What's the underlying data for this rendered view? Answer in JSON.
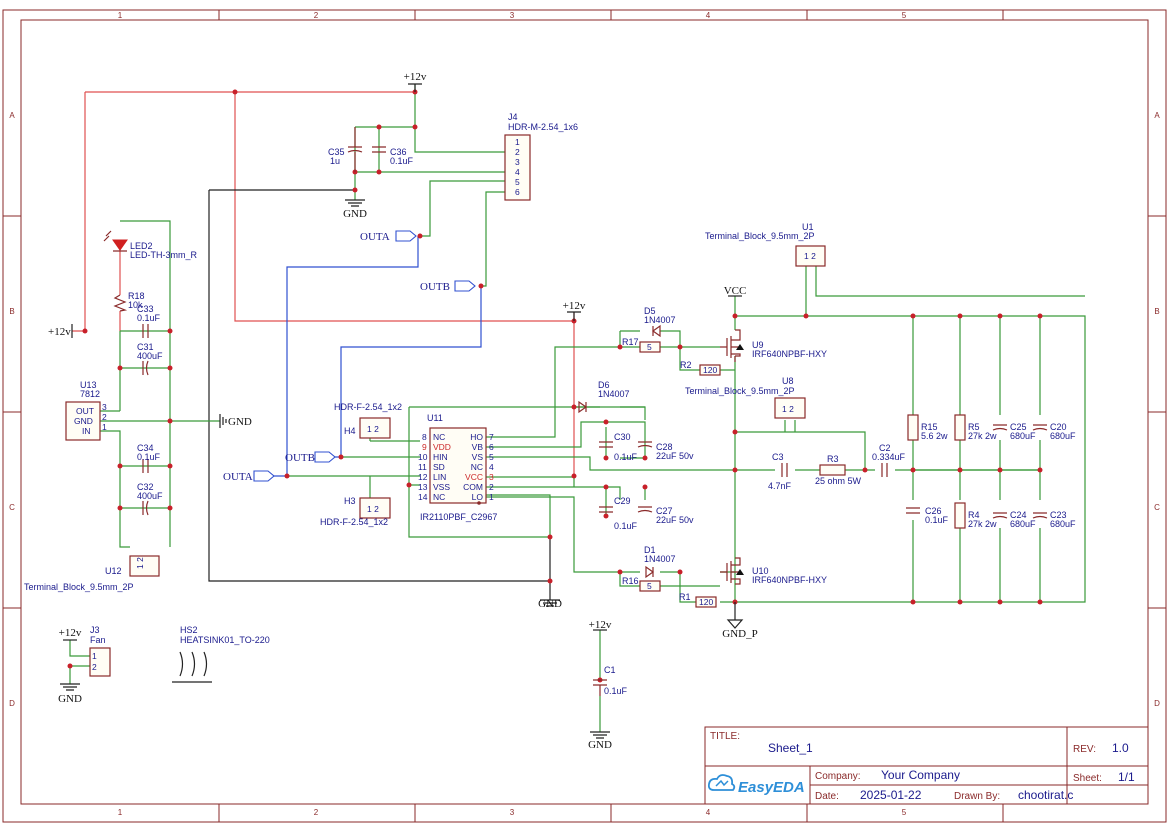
{
  "grid": {
    "cols": [
      "1",
      "2",
      "3",
      "4",
      "5"
    ],
    "rows": [
      "A",
      "B",
      "C",
      "D"
    ]
  },
  "power": {
    "p12_top": "+12v",
    "p12_mid": "+12v",
    "p12_left": "+12v",
    "p12_fan": "+12v",
    "p12_c1": "+12v",
    "gnd_c35": "GND",
    "gnd_u13": "GND",
    "gnd_u11": "GND",
    "gnd_fan": "GND",
    "gnd_c1": "GND",
    "vcc": "VCC",
    "gnd_p": "GND_P"
  },
  "nets": {
    "outa1": "OUTA",
    "outb1": "OUTB",
    "outa2": "OUTA",
    "outb2": "OUTB"
  },
  "components": {
    "j4": {
      "ref": "J4",
      "value": "HDR-M-2.54_1x6",
      "pins": [
        "1",
        "2",
        "3",
        "4",
        "5",
        "6"
      ]
    },
    "c35": {
      "ref": "C35",
      "value": "1u"
    },
    "c36": {
      "ref": "C36",
      "value": "0.1uF"
    },
    "led2": {
      "ref": "LED2",
      "value": "LED-TH-3mm_R"
    },
    "r18": {
      "ref": "R18",
      "value": "10k"
    },
    "c33": {
      "ref": "C33",
      "value": "0.1uF"
    },
    "c31": {
      "ref": "C31",
      "value": "400uF"
    },
    "u13": {
      "ref": "U13",
      "value": "7812",
      "pins": [
        "OUT",
        "GND",
        "IN"
      ],
      "pinnums": [
        "3",
        "2",
        "1"
      ]
    },
    "c34": {
      "ref": "C34",
      "value": "0.1uF"
    },
    "c32": {
      "ref": "C32",
      "value": "400uF"
    },
    "u12": {
      "ref": "U12",
      "value": "Terminal_Block_9.5mm_2P"
    },
    "h4": {
      "ref": "H4",
      "value": "HDR-F-2.54_1x2"
    },
    "h3": {
      "ref": "H3",
      "value": "HDR-F-2.54_1x2"
    },
    "u11": {
      "ref": "U11",
      "value": "IR2110PBF_C2967",
      "left_pins": [
        {
          "num": "8",
          "name": "NC"
        },
        {
          "num": "9",
          "name": "VDD"
        },
        {
          "num": "10",
          "name": "HIN"
        },
        {
          "num": "11",
          "name": "SD"
        },
        {
          "num": "12",
          "name": "LIN"
        },
        {
          "num": "13",
          "name": "VSS"
        },
        {
          "num": "14",
          "name": "NC"
        }
      ],
      "right_pins": [
        {
          "num": "7",
          "name": "HO"
        },
        {
          "num": "6",
          "name": "VB"
        },
        {
          "num": "5",
          "name": "VS"
        },
        {
          "num": "4",
          "name": "NC"
        },
        {
          "num": "3",
          "name": "VCC"
        },
        {
          "num": "2",
          "name": "COM"
        },
        {
          "num": "1",
          "name": "LO"
        }
      ]
    },
    "d5": {
      "ref": "D5",
      "value": "1N4007"
    },
    "r17": {
      "ref": "R17",
      "value": "5"
    },
    "r2": {
      "ref": "R2",
      "value": "120"
    },
    "u9": {
      "ref": "U9",
      "value": "IRF640NPBF-HXY"
    },
    "u1": {
      "ref": "U1",
      "value": "Terminal_Block_9.5mm_2P"
    },
    "d6": {
      "ref": "D6",
      "value": "1N4007"
    },
    "c30": {
      "ref": "C30",
      "value": "0.1uF"
    },
    "c28": {
      "ref": "C28",
      "value": "22uF 50v"
    },
    "c29": {
      "ref": "C29",
      "value": "0.1uF"
    },
    "c27": {
      "ref": "C27",
      "value": "22uF 50v"
    },
    "u8": {
      "ref": "U8",
      "value": "Terminal_Block_9.5mm_2P"
    },
    "c3": {
      "ref": "C3",
      "value": "4.7nF"
    },
    "r3": {
      "ref": "R3",
      "value": "25 ohm 5W"
    },
    "c2": {
      "ref": "C2",
      "value": "0.334uF"
    },
    "r15": {
      "ref": "R15",
      "value": "5.6 2w"
    },
    "r5": {
      "ref": "R5",
      "value": "27k 2w"
    },
    "c25": {
      "ref": "C25",
      "value": "680uF"
    },
    "c20": {
      "ref": "C20",
      "value": "680uF"
    },
    "c26": {
      "ref": "C26",
      "value": "0.1uF"
    },
    "r4": {
      "ref": "R4",
      "value": "27k 2w"
    },
    "c24": {
      "ref": "C24",
      "value": "680uF"
    },
    "c23": {
      "ref": "C23",
      "value": "680uF"
    },
    "d1": {
      "ref": "D1",
      "value": "1N4007"
    },
    "r16": {
      "ref": "R16",
      "value": "5"
    },
    "r1": {
      "ref": "R1",
      "value": "120"
    },
    "u10": {
      "ref": "U10",
      "value": "IRF640NPBF-HXY"
    },
    "j3": {
      "ref": "J3",
      "value": "Fan"
    },
    "hs2": {
      "ref": "HS2",
      "value": "HEATSINK01_TO-220"
    },
    "c1": {
      "ref": "C1",
      "value": "0.1uF"
    }
  },
  "title_block": {
    "title_label": "TITLE:",
    "title": "Sheet_1",
    "rev_label": "REV:",
    "rev": "1.0",
    "company_label": "Company:",
    "company": "Your Company",
    "sheet_label": "Sheet:",
    "sheet": "1/1",
    "date_label": "Date:",
    "date": "2025-01-22",
    "drawn_label": "Drawn By:",
    "drawn": "chootirat.c",
    "logo": "EasyEDA"
  }
}
